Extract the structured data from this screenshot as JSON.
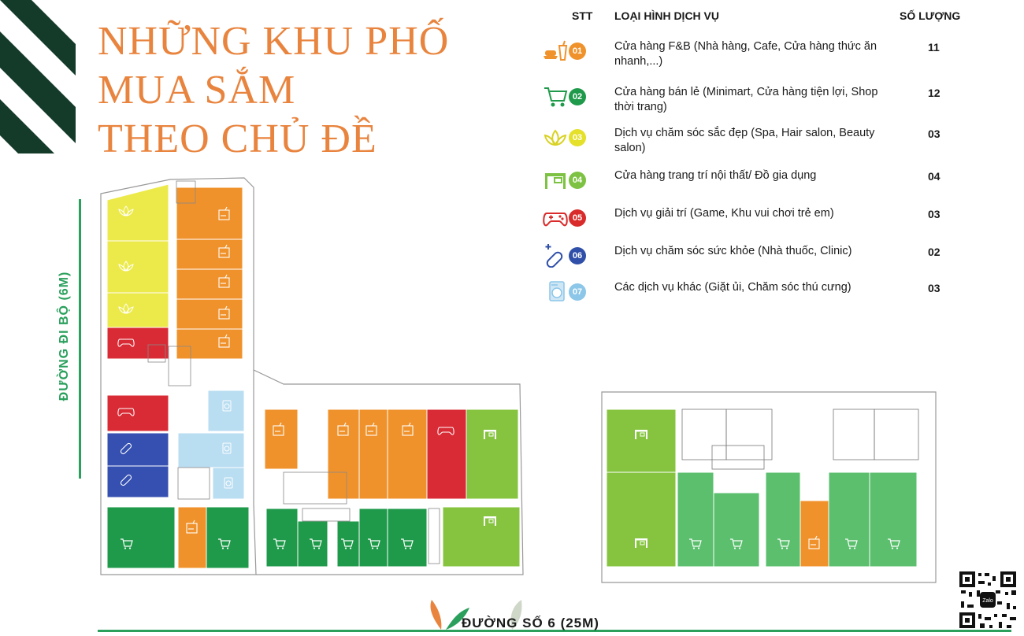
{
  "title": {
    "line1": "NHỮNG KHU PHỐ",
    "line2": "MUA SẮM",
    "line3": "THEO CHỦ ĐỀ"
  },
  "legend": {
    "headers": {
      "stt": "STT",
      "type": "LOẠI HÌNH DỊCH VỤ",
      "qty": "SỐ LƯỢNG"
    },
    "rows": [
      {
        "num": "01",
        "name": "Cửa hàng F&B (Nhà hàng, Cafe, Cửa hàng thức ăn nhanh,...)",
        "qty": "11",
        "color": "#f0922b",
        "icon": "fnb-icon"
      },
      {
        "num": "02",
        "name": "Cửa hàng bán lẻ (Minimart, Cửa hàng tiện lợi, Shop thời trang)",
        "qty": "12",
        "color": "#1f9a4a",
        "icon": "cart-icon"
      },
      {
        "num": "03",
        "name": "Dịch vụ chăm sóc sắc đẹp (Spa, Hair salon, Beauty salon)",
        "qty": "03",
        "color": "#e5e02a",
        "icon": "lotus-icon"
      },
      {
        "num": "04",
        "name": "Cửa hàng trang trí nội thất/ Đồ gia dụng",
        "qty": "04",
        "color": "#7dc242",
        "icon": "furniture-icon"
      },
      {
        "num": "05",
        "name": "Dịch vụ giải trí (Game, Khu vui chơi trẻ em)",
        "qty": "03",
        "color": "#d92b2b",
        "icon": "gamepad-icon"
      },
      {
        "num": "06",
        "name": "Dịch vụ chăm sóc sức khỏe (Nhà thuốc, Clinic)",
        "qty": "02",
        "color": "#2f4fa8",
        "icon": "pill-icon"
      },
      {
        "num": "07",
        "name": "Các dịch vụ khác (Giặt ủi, Chăm sóc thú cưng)",
        "qty": "03",
        "color": "#8cc6e8",
        "icon": "washer-icon"
      }
    ]
  },
  "streets": {
    "side": "ĐƯỜNG ĐI BỘ (6M)",
    "main": "ĐƯỜNG SỐ 6 (25M)"
  },
  "colors": {
    "fnb": "#f0922b",
    "retail": "#1f9a4a",
    "retail_light": "#5bbf6e",
    "beauty": "#ecea4a",
    "furniture": "#86c440",
    "entertainment": "#d92b35",
    "health": "#3550b0",
    "other": "#b9ddf1",
    "accent_title": "#e8843e",
    "street_green": "#2aa05c"
  },
  "qr": {
    "badge": "Zalo"
  }
}
